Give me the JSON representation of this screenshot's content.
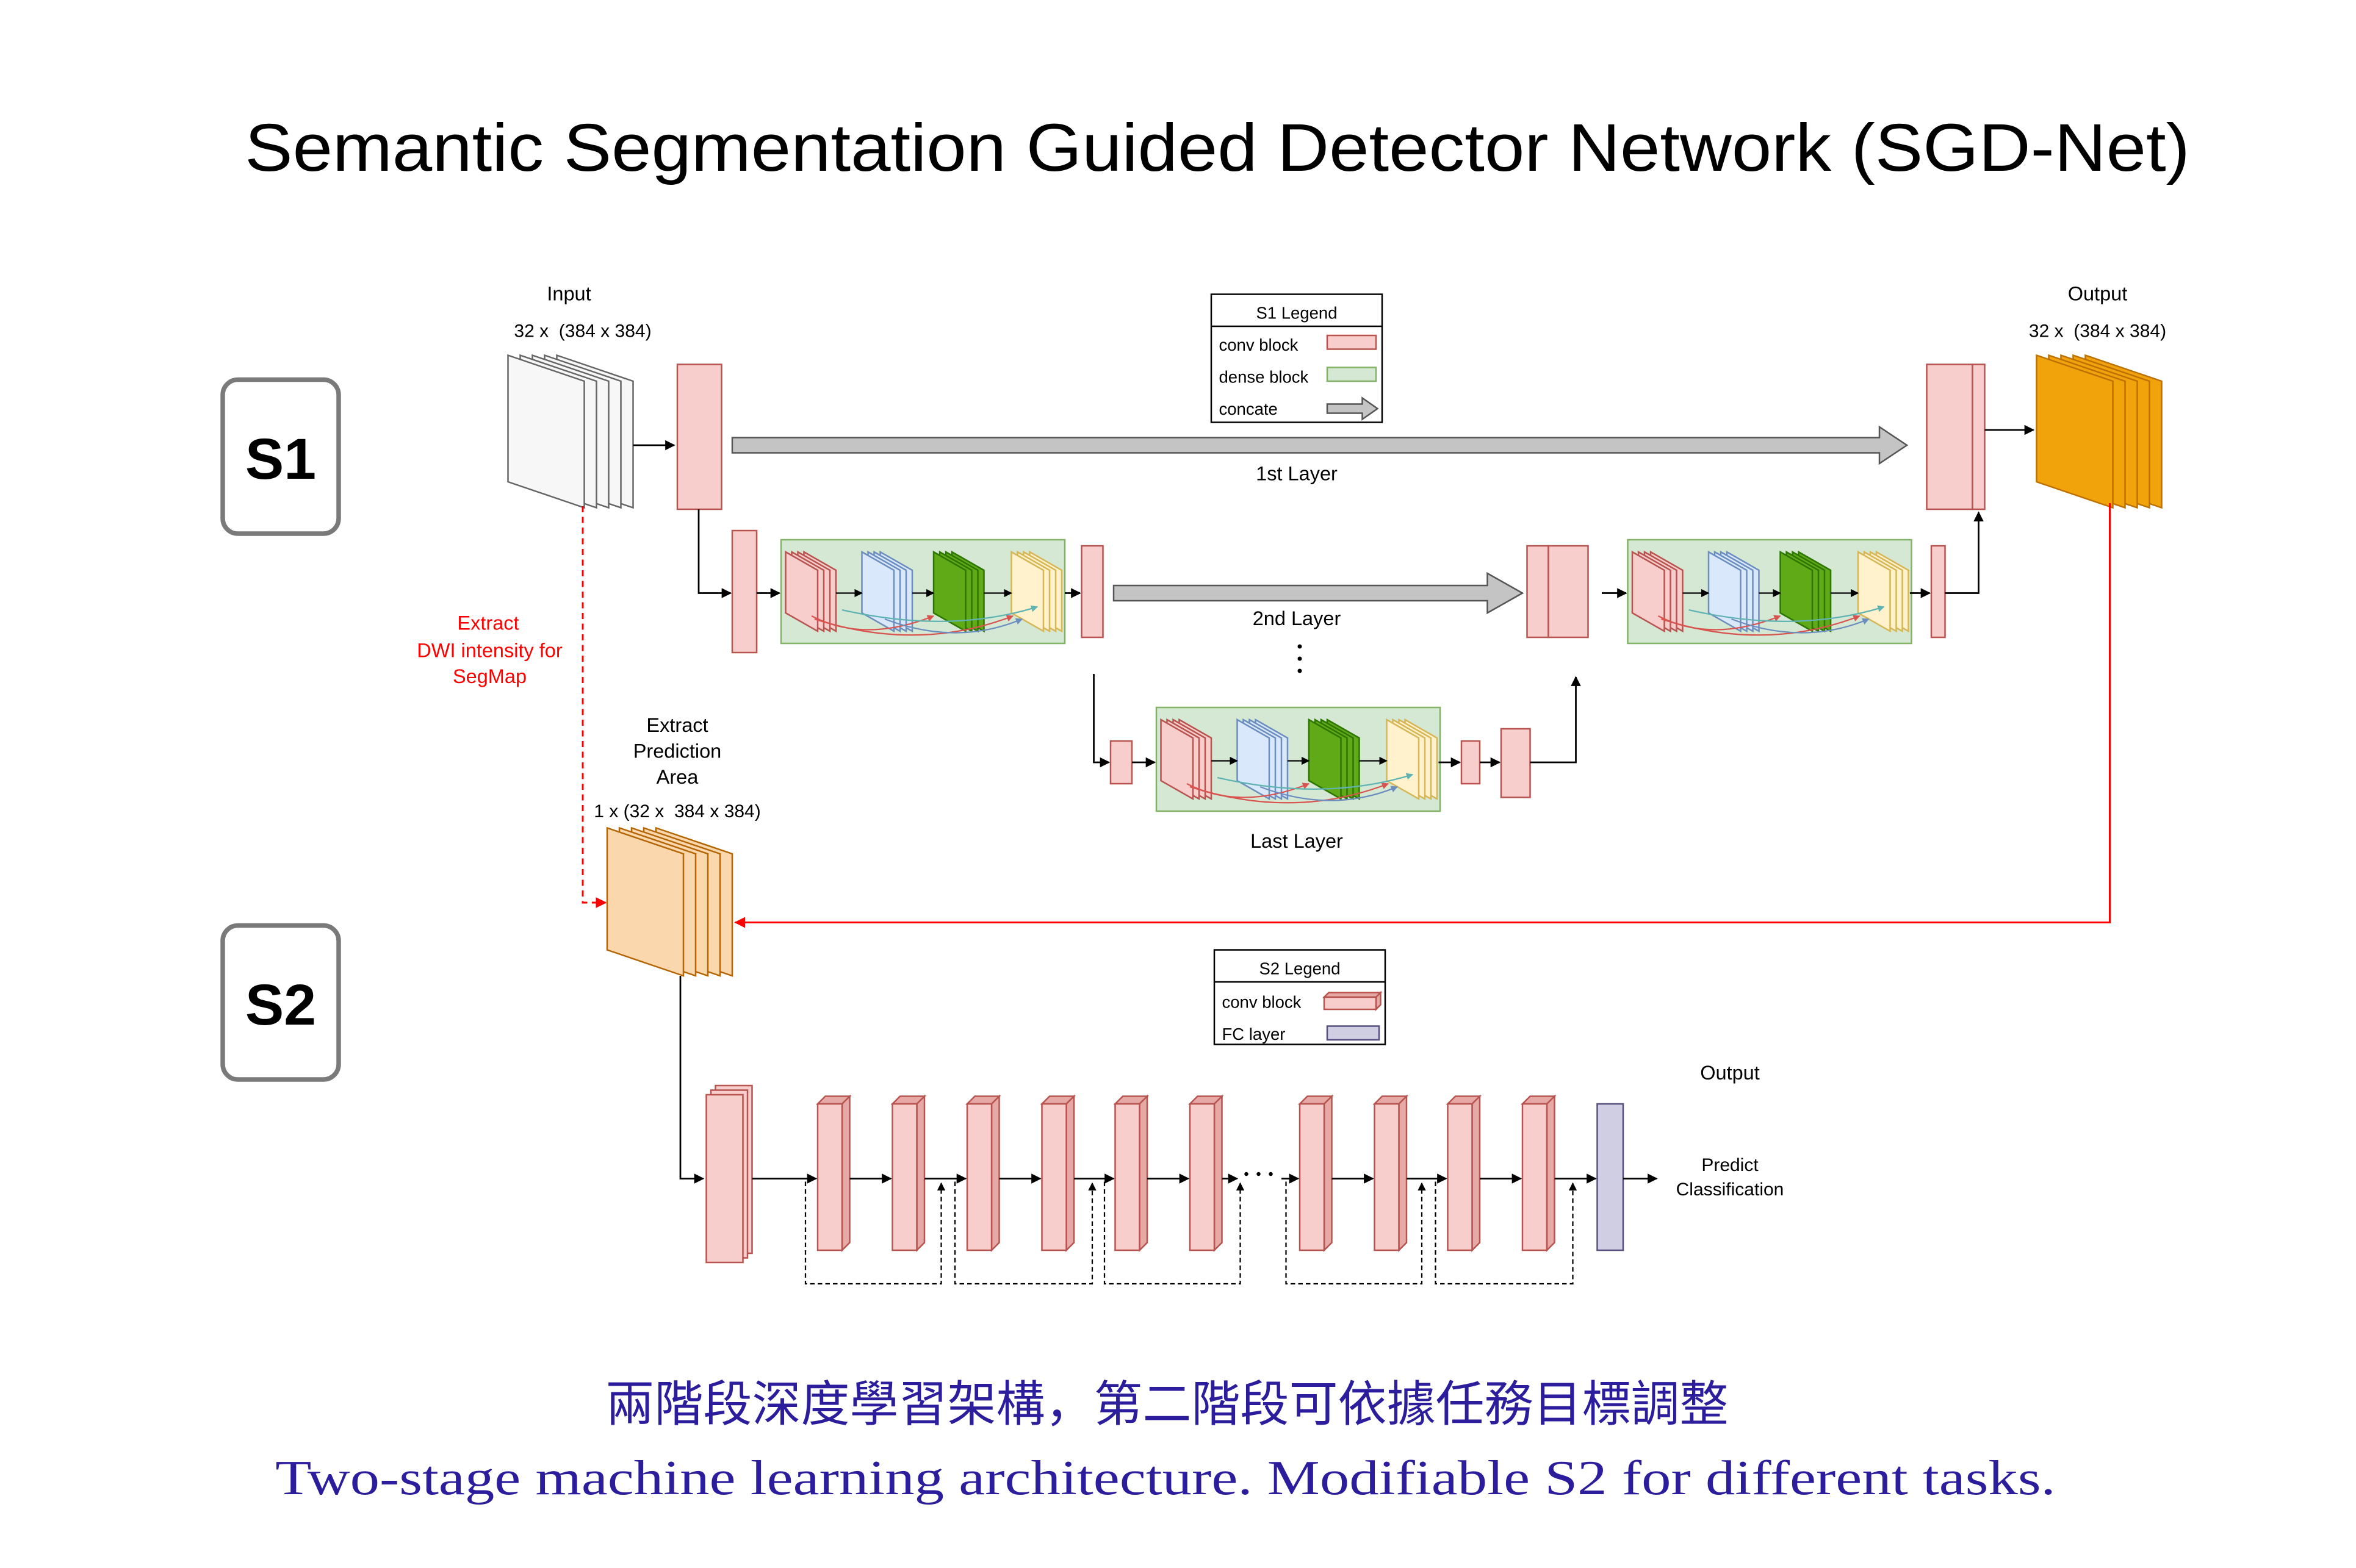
{
  "title": "Semantic Segmentation Guided Detector Network (SGD-Net)",
  "stages": {
    "s1": "S1",
    "s2": "S2"
  },
  "s1": {
    "input": {
      "label": "Input",
      "shape": "32 x  (384 x 384)"
    },
    "output": {
      "label": "Output",
      "shape": "32 x  (384 x 384)"
    },
    "layers": [
      "1st Layer",
      "2nd Layer",
      "Last Layer"
    ],
    "legend": {
      "title": "S1 Legend",
      "items": [
        {
          "label": "conv block"
        },
        {
          "label": "dense block"
        },
        {
          "label": "concate"
        }
      ]
    }
  },
  "extract_dwi": [
    "Extract",
    "DWI intensity for",
    "SegMap"
  ],
  "extract_area": {
    "lines": [
      "Extract",
      "Prediction",
      "Area"
    ],
    "shape": "1 x (32 x  384 x 384)"
  },
  "s2": {
    "legend": {
      "title": "S2 Legend",
      "items": [
        {
          "label": "conv block"
        },
        {
          "label": "FC layer"
        }
      ]
    },
    "output": {
      "label": "Output",
      "lines": [
        "Predict",
        "Classification"
      ]
    }
  },
  "caption": {
    "zh": "兩階段深度學習架構，第二階段可依據任務目標調整",
    "en": "Two-stage machine learning architecture. Modifiable S2 for different tasks."
  },
  "colors": {
    "conv_fill": "#f8cecc",
    "conv_stroke": "#b85450",
    "conv_side": "#e6a9a6",
    "dense_fill": "#d5e8d4",
    "dense_stroke": "#82b366",
    "blue_fill": "#dae8fc",
    "blue_stroke": "#6c8ebf",
    "green_fill": "#60a917",
    "green_stroke": "#2d7600",
    "yellow_fill": "#fff2cc",
    "yellow_stroke": "#d6b656",
    "input_fill": "#f7f7f7",
    "input_stroke": "#666666",
    "output_fill": "#f0a30a",
    "output_stroke": "#bd7000",
    "area_fill": "#fad7ac",
    "area_stroke": "#b46504",
    "fc_fill": "#d0cee2",
    "fc_stroke": "#56517e",
    "concat_fill": "#c4c4c4",
    "concat_stroke": "#555555",
    "arrow": "#000000",
    "highlight_red": "#ff0000",
    "stage_border": "#7a7a7a",
    "caption": "#2b1d9c"
  }
}
